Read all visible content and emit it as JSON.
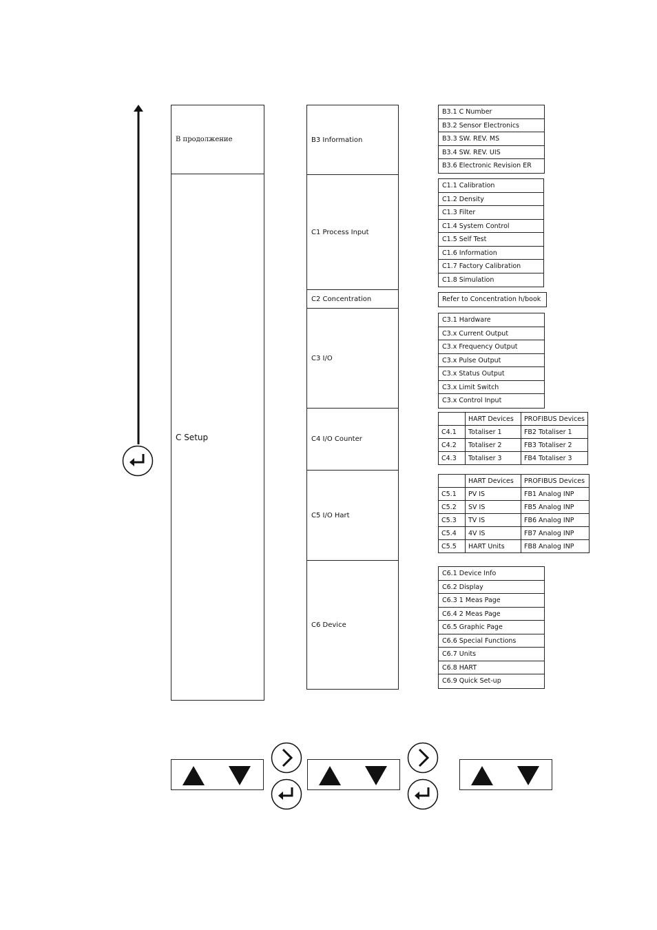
{
  "level1": {
    "b_label": "B продолжение",
    "c_label": "C Setup"
  },
  "level2": {
    "b3": "B3 Information",
    "c1": "C1 Process Input",
    "c2": "C2 Concentration",
    "c3": "C3 I/O",
    "c4": "C4 I/O Counter",
    "c5": "C5 I/O Hart",
    "c6": "C6 Device"
  },
  "level3": {
    "b3_items": [
      "B3.1 C Number",
      "B3.2 Sensor Electronics",
      "B3.3 SW. REV. MS",
      "B3.4 SW. REV. UIS",
      "B3.6 Electronic Revision ER"
    ],
    "c1_items": [
      "C1.1 Calibration",
      "C1.2 Density",
      "C1.3 Filter",
      "C1.4 System Control",
      "C1.5 Self Test",
      "C1.6 Information",
      "C1.7 Factory Calibration",
      "C1.8 Simulation"
    ],
    "c2_note": "Refer to Concentration h/book",
    "c3_items": [
      "C3.1 Hardware",
      "C3.x Current Output",
      "C3.x Frequency Output",
      "C3.x Pulse Output",
      "C3.x Status Output",
      "C3.x Limit Switch",
      "C3.x Control Input"
    ],
    "c4_table": {
      "headers": [
        "",
        "HART Devices",
        "PROFIBUS Devices"
      ],
      "rows": [
        [
          "C4.1",
          "Totaliser 1",
          "FB2 Totaliser 1"
        ],
        [
          "C4.2",
          "Totaliser 2",
          "FB3 Totaliser 2"
        ],
        [
          "C4.3",
          "Totaliser 3",
          "FB4 Totaliser 3"
        ]
      ]
    },
    "c5_table": {
      "headers": [
        "",
        "HART Devices",
        "PROFIBUS Devices"
      ],
      "rows": [
        [
          "C5.1",
          "PV IS",
          "FB1 Analog INP"
        ],
        [
          "C5.2",
          "SV IS",
          "FB5 Analog INP"
        ],
        [
          "C5.3",
          "TV IS",
          "FB6 Analog INP"
        ],
        [
          "C5.4",
          "4V IS",
          "FB7 Analog INP"
        ],
        [
          "C5.5",
          "HART Units",
          "FB8 Analog INP"
        ]
      ]
    },
    "c6_items": [
      "C6.1 Device Info",
      "C6.2 Display",
      "C6.3 1 Meas Page",
      "C6.4 2 Meas Page",
      "C6.5 Graphic Page",
      "C6.6 Special Functions",
      "C6.7 Units",
      "C6.8 HART",
      "C6.9 Quick Set-up"
    ]
  },
  "icons": {
    "up": "up-triangle-icon",
    "down": "down-triangle-icon",
    "next": "chevron-right-icon",
    "enter": "enter-return-icon",
    "arrow_up": "arrow-up-icon"
  }
}
